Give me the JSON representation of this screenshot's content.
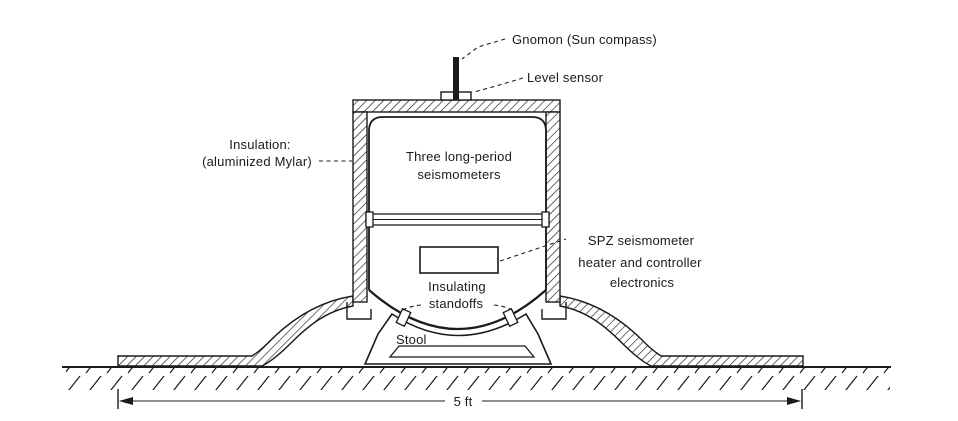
{
  "diagram": {
    "type": "technical-cross-section",
    "subject": "Lunar passive seismic experiment package cross-section",
    "colors": {
      "ink": "#1b1b1b",
      "background": "#ffffff"
    },
    "labels": {
      "gnomon": "Gnomon (Sun compass)",
      "level_sensor": "Level sensor",
      "insulation_line1": "Insulation:",
      "insulation_line2": "(aluminized Mylar)",
      "seismometers_line1": "Three long-period",
      "seismometers_line2": "seismometers",
      "spz_line1": "SPZ seismometer",
      "spz_line2": "heater and controller",
      "spz_line3": "electronics",
      "standoffs_line1": "Insulating",
      "standoffs_line2": "standoffs",
      "stool": "Stool",
      "dimension": "5 ft"
    }
  }
}
